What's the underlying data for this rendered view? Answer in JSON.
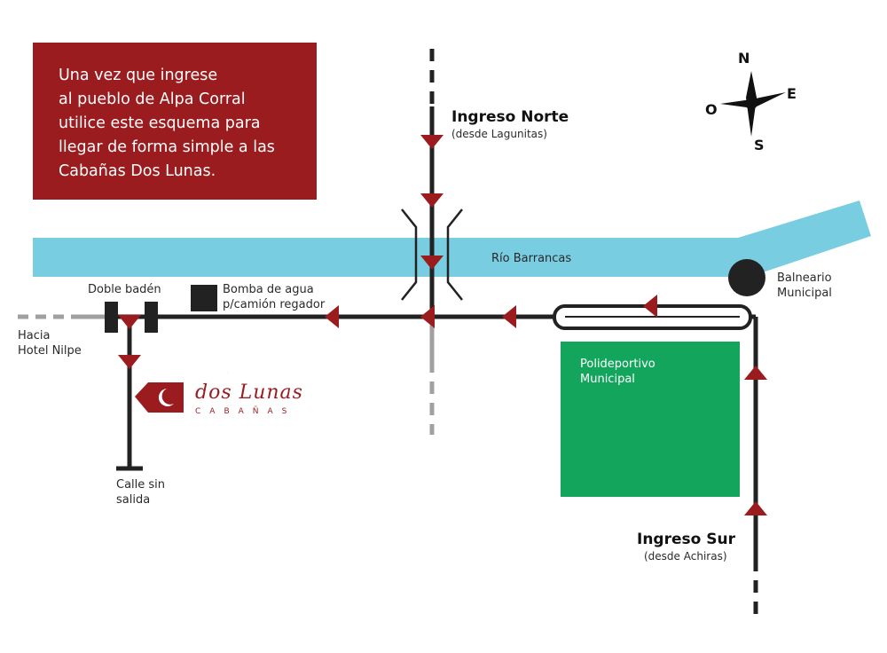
{
  "intro": {
    "text": "Una vez que ingrese\nal pueblo de Alpa Corral\nutilice este esquema para\nllegar de forma simple a las\nCabañas Dos Lunas."
  },
  "compass": {
    "n": "N",
    "e": "E",
    "s": "S",
    "o": "O"
  },
  "entrances": {
    "north": {
      "title": "Ingreso Norte",
      "subtitle": "(desde Lagunitas)"
    },
    "south": {
      "title": "Ingreso Sur",
      "subtitle": "(desde Achiras)"
    }
  },
  "river": {
    "label": "Río Barrancas"
  },
  "places": {
    "balneario": "Balneario\nMunicipal",
    "polideportivo": "Polideportivo\nMunicipal",
    "doble_baden": "Doble badén",
    "bomba": "Bomba de agua\np/camión regador",
    "hacia": "Hacia\nHotel Nilpe",
    "calle": "Calle sin\nsalida"
  },
  "logo": {
    "brand": "dos Lunas",
    "sub": "CABAÑAS"
  },
  "colors": {
    "accent": "#9b1c1f",
    "river": "#78cde1",
    "park": "#13a55c",
    "road": "#222222",
    "muted_road": "#a0a0a0"
  }
}
